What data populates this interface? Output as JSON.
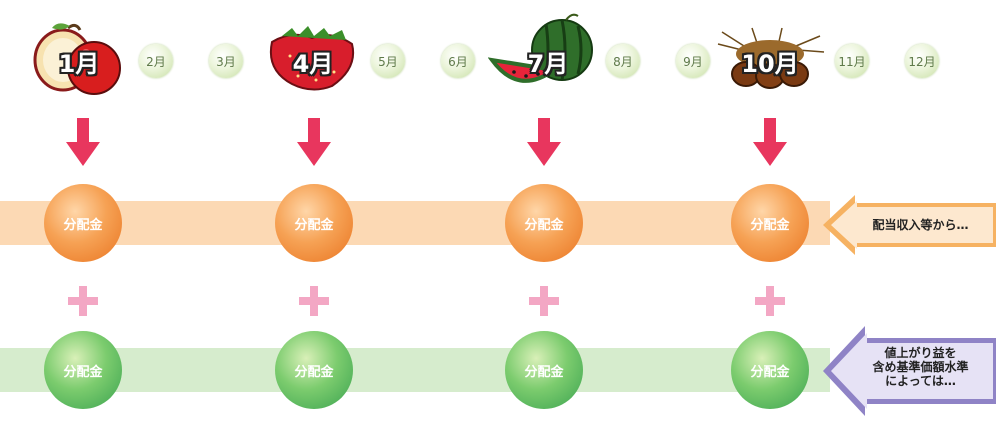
{
  "months": [
    "1月",
    "2月",
    "3月",
    "4月",
    "5月",
    "6月",
    "7月",
    "8月",
    "9月",
    "10月",
    "11月",
    "12月"
  ],
  "fruits": {
    "jan": "apple-icon",
    "apr": "strawberry-icon",
    "jul": "watermelon-icon",
    "oct": "chestnut-icon"
  },
  "coins": {
    "label": "分配金"
  },
  "arrows": {
    "top_label": "配当収入等から…",
    "bottom_label_line1": "値上がり益を",
    "bottom_label_line2": "含め基準価額水準",
    "bottom_label_line3": "によっては…"
  },
  "colors": {
    "orange_band": "#fcd9b4",
    "green_band": "#d6eccd",
    "down_arrow": "#e8365e",
    "plus": "#f3a7c4",
    "purple_arrow": "#8f83c6"
  }
}
